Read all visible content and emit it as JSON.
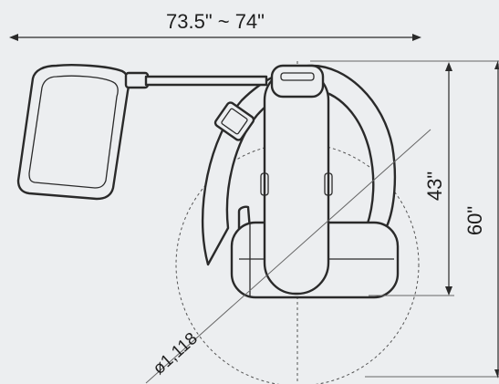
{
  "dimensions": {
    "width": "73.5\" ~ 74\"",
    "depth": "43\"",
    "height": "60\"",
    "diameter": "ø1,118"
  },
  "colors": {
    "background": "#eceef0",
    "line": "#2a2a2a"
  }
}
